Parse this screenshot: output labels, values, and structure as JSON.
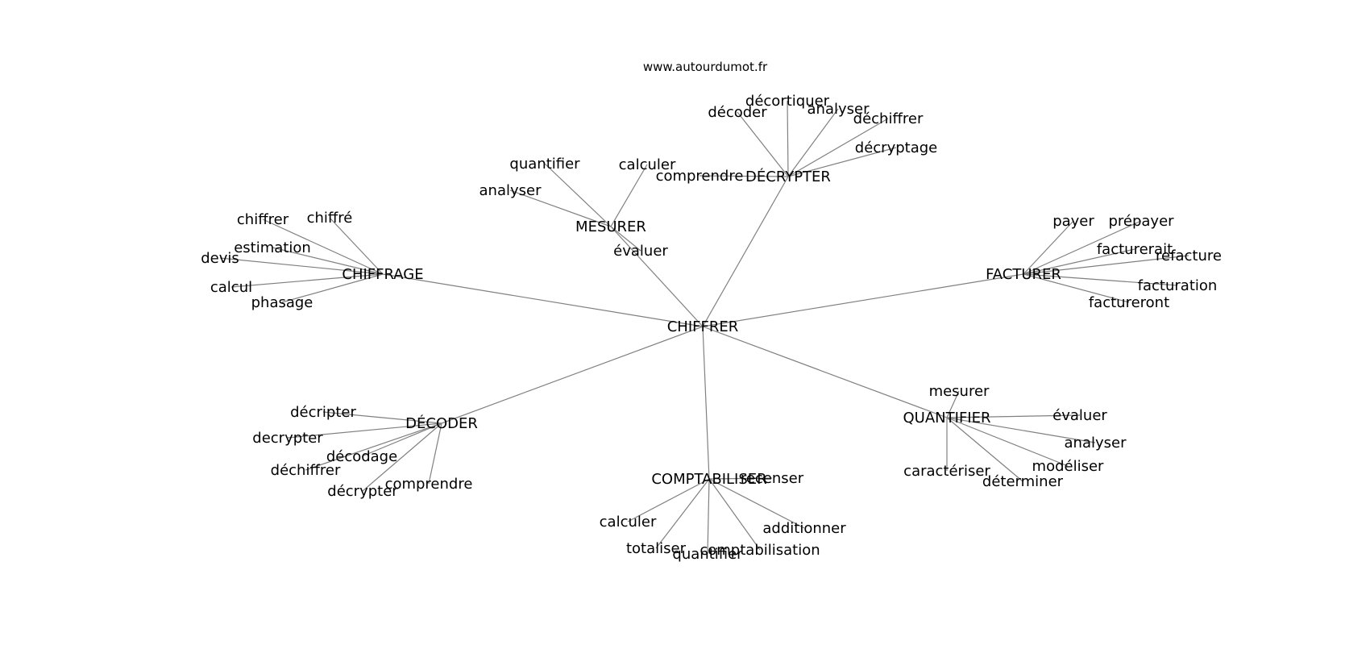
{
  "source": "www.autourdumot.fr",
  "root": "CHIFFRER",
  "branches": [
    {
      "label": "CHIFFRAGE",
      "words": [
        "chiffrer",
        "chiffré",
        "estimation",
        "devis",
        "calcul",
        "phasage"
      ]
    },
    {
      "label": "MESURER",
      "words": [
        "quantifier",
        "calculer",
        "analyser",
        "évaluer"
      ]
    },
    {
      "label": "DÉCRYPTER",
      "words": [
        "décortiquer",
        "décoder",
        "analyser",
        "déchiffrer",
        "décryptage",
        "comprendre"
      ]
    },
    {
      "label": "FACTURER",
      "words": [
        "payer",
        "prépayer",
        "facturerait",
        "refacture",
        "facturation",
        "factureront"
      ]
    },
    {
      "label": "QUANTIFIER",
      "words": [
        "mesurer",
        "évaluer",
        "analyser",
        "modéliser",
        "caractériser",
        "déterminer"
      ]
    },
    {
      "label": "COMPTABILISER",
      "words": [
        "recenser",
        "calculer",
        "additionner",
        "totaliser",
        "comptabilisation",
        "quantifier"
      ]
    },
    {
      "label": "DÉCODER",
      "words": [
        "décripter",
        "decrypter",
        "décodage",
        "déchiffrer",
        "décrypter",
        "comprendre"
      ]
    }
  ]
}
